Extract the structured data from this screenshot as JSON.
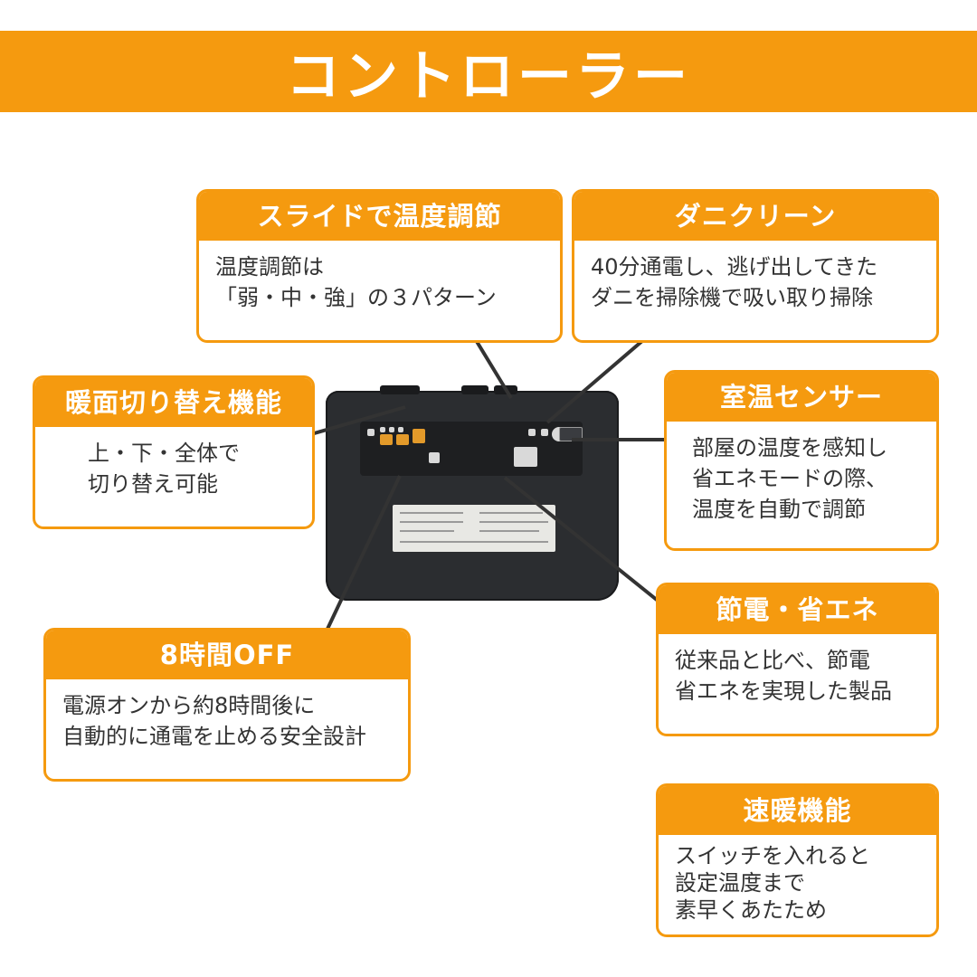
{
  "header": {
    "title": "コントローラー"
  },
  "features": {
    "slide_temp": {
      "title": "スライドで温度調節",
      "body": "温度調節は\n「弱・中・強」の３パターン"
    },
    "mite_clean": {
      "title": "ダニクリーン",
      "body": "40分通電し、逃げ出してきた\nダニを掃除機で吸い取り掃除"
    },
    "zone_switch": {
      "title": "暖面切り替え機能",
      "body": "上・下・全体で\n切り替え可能"
    },
    "room_sensor": {
      "title": "室温センサー",
      "body": "部屋の温度を感知し\n省エネモードの際、\n温度を自動で調節"
    },
    "power_save": {
      "title": "節電・省エネ",
      "body": "従来品と比べ、節電\n省エネを実現した製品"
    },
    "auto_off": {
      "title": "8時間OFF",
      "body": "電源オンから約8時間後に\n自動的に通電を止める安全設計"
    },
    "quick_heat": {
      "title": "速暖機能",
      "body": "スイッチを入れると\n設定温度まで\n素早くあたため"
    }
  },
  "colors": {
    "accent": "#f59a0f",
    "device": "#2b2d30"
  }
}
